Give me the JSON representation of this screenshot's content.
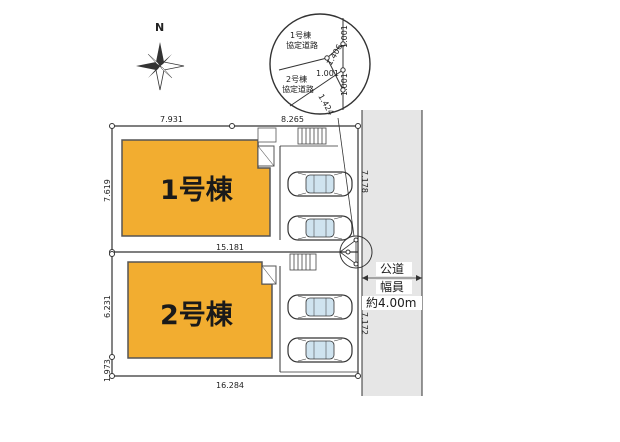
{
  "compass": {
    "north_label": "N",
    "icon": "compass-rose-icon"
  },
  "buildings": [
    {
      "label": "1号棟",
      "color": "#f2ad30"
    },
    {
      "label": "2号棟",
      "color": "#f2ad30"
    }
  ],
  "dimensions": {
    "top_left": "7.931",
    "top_right": "8.265",
    "left_upper": "7.619",
    "middle_boundary": "15.181",
    "left_middle": "6.231",
    "left_lower": "1.973",
    "bottom": "16.284",
    "right_upper": "7.178",
    "right_lower": "7.172"
  },
  "inset": {
    "lot1_label": "1号棟",
    "lot1_sub": "協定道路",
    "lot2_label": "2号棟",
    "lot2_sub": "協定道路",
    "d1": "1.001",
    "d2": "1.406",
    "d3": "1.001",
    "d4": "1.001",
    "d5": "1.424"
  },
  "road": {
    "line1": "公道",
    "line2": "幅員",
    "line3": "約4.00m",
    "color": "#e6e6e6"
  },
  "parking": {
    "icon": "car-icon",
    "count": 4
  },
  "stairs": {
    "icon": "stairs-icon",
    "count": 2
  }
}
